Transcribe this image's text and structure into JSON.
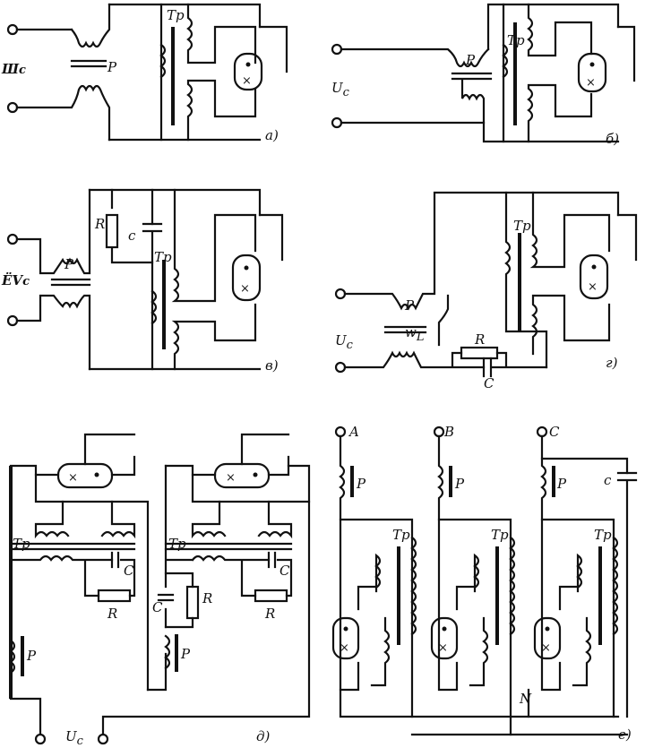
{
  "labels": {
    "P": "P",
    "Tp": "Tp",
    "Uc": "U",
    "Uc_sub": "c",
    "R": "R",
    "C": "C",
    "C_small": "c",
    "wL": "w",
    "wL_sub": "L",
    "A": "A",
    "B": "B",
    "Cphase": "C",
    "N": "N",
    "cap_a": "а)",
    "cap_b": "б)",
    "cap_v": "в)",
    "cap_g": "г)",
    "cap_d": "д)",
    "cap_e": "е)",
    "x": "×"
  }
}
